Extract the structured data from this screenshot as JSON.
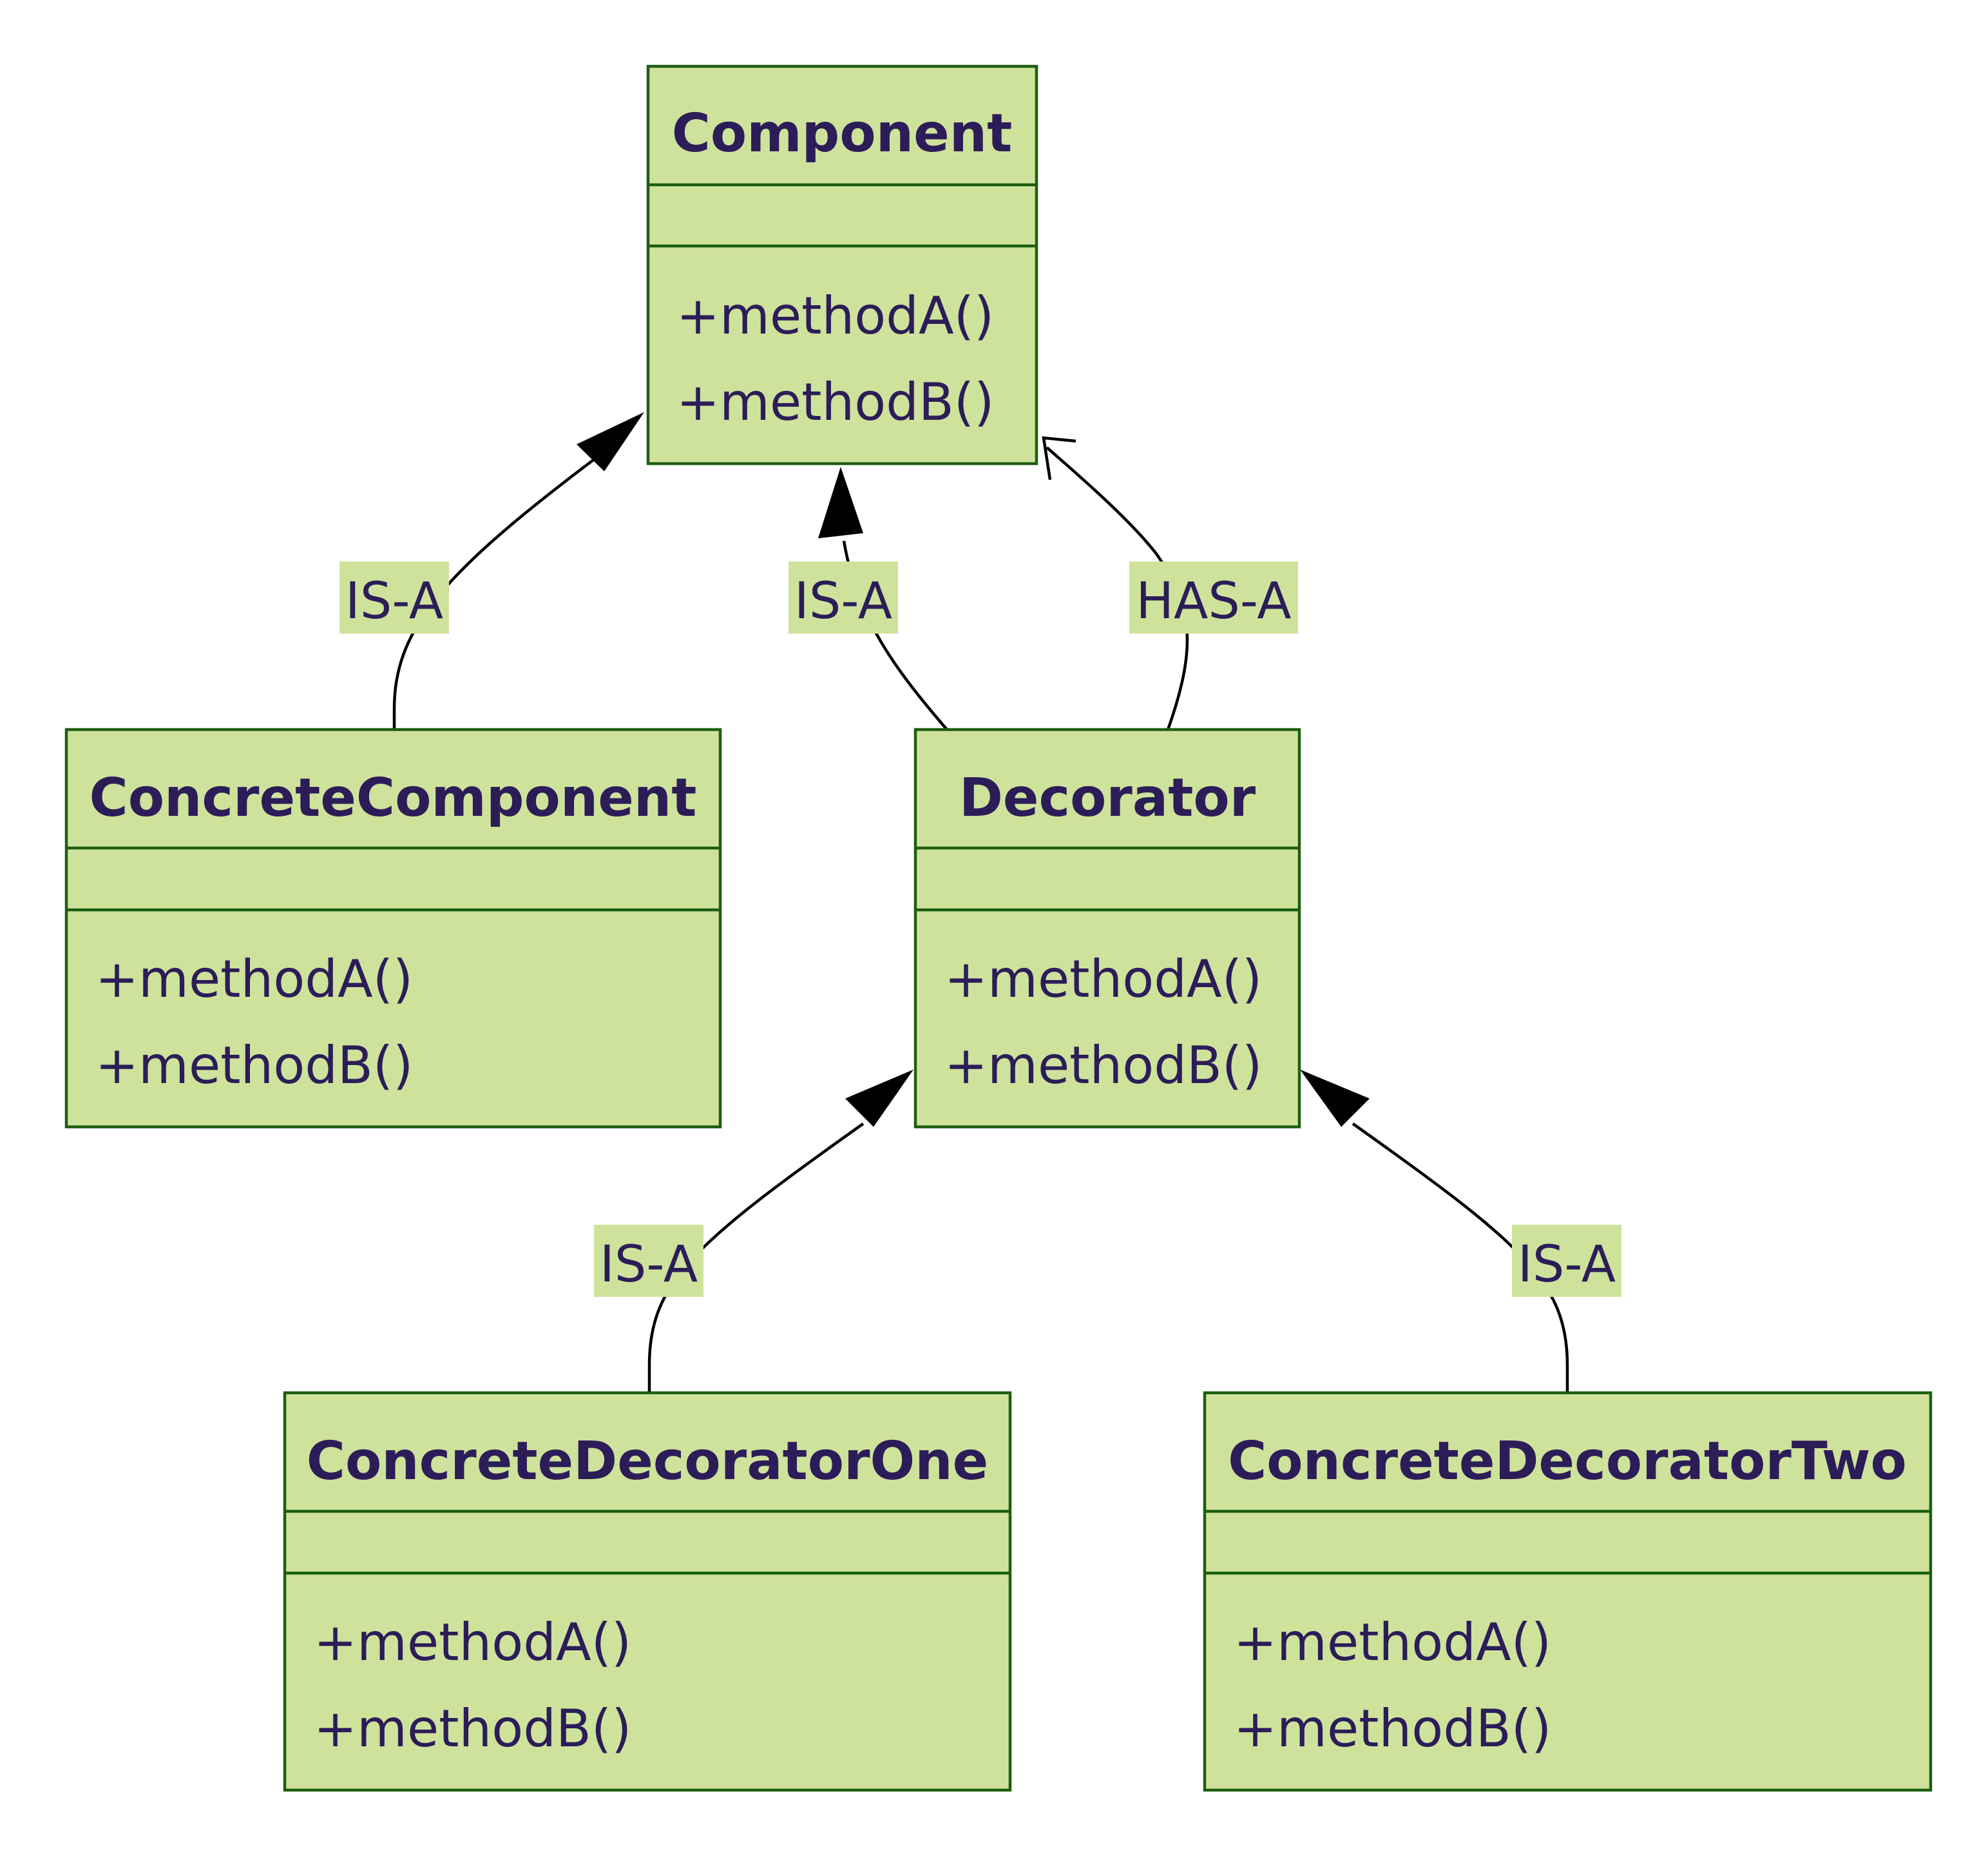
{
  "colors": {
    "box_fill": "#cfe29b",
    "box_stroke": "#1d5e12",
    "text": "#2c1d59",
    "edge": "#000000"
  },
  "classes": {
    "component": {
      "name": "Component",
      "attributes": [],
      "methods": [
        "+methodA()",
        "+methodB()"
      ]
    },
    "concrete_component": {
      "name": "ConcreteComponent",
      "attributes": [],
      "methods": [
        "+methodA()",
        "+methodB()"
      ]
    },
    "decorator": {
      "name": "Decorator",
      "attributes": [],
      "methods": [
        "+methodA()",
        "+methodB()"
      ]
    },
    "concrete_decorator_one": {
      "name": "ConcreteDecoratorOne",
      "attributes": [],
      "methods": [
        "+methodA()",
        "+methodB()"
      ]
    },
    "concrete_decorator_two": {
      "name": "ConcreteDecoratorTwo",
      "attributes": [],
      "methods": [
        "+methodA()",
        "+methodB()"
      ]
    }
  },
  "relations": [
    {
      "from": "ConcreteComponent",
      "to": "Component",
      "type": "inheritance",
      "label": "IS-A"
    },
    {
      "from": "Decorator",
      "to": "Component",
      "type": "inheritance",
      "label": "IS-A"
    },
    {
      "from": "Decorator",
      "to": "Component",
      "type": "association",
      "label": "HAS-A"
    },
    {
      "from": "ConcreteDecoratorOne",
      "to": "Decorator",
      "type": "inheritance",
      "label": "IS-A"
    },
    {
      "from": "ConcreteDecoratorTwo",
      "to": "Decorator",
      "type": "inheritance",
      "label": "IS-A"
    }
  ]
}
